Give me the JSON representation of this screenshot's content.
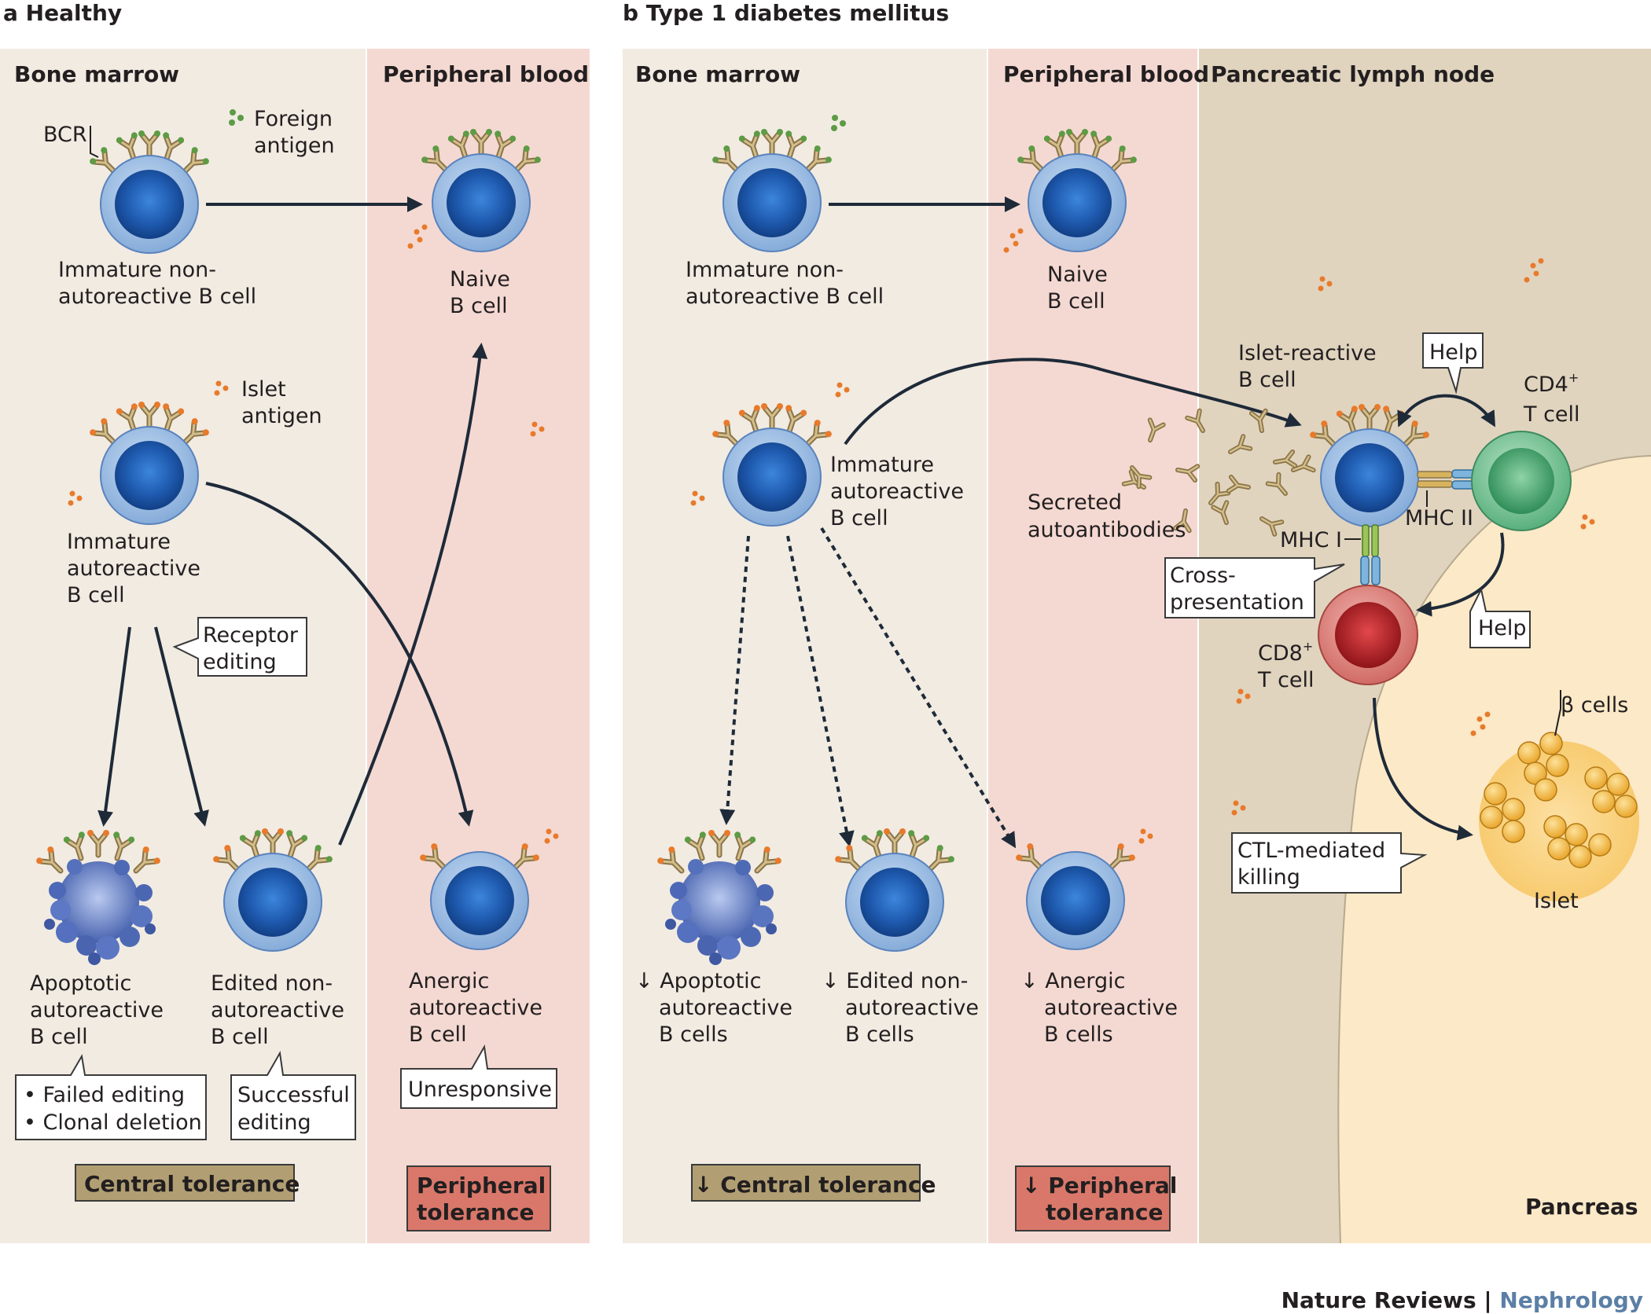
{
  "panel_a": {
    "label": "a",
    "title": "Healthy",
    "zone_bone_marrow": "Bone marrow",
    "zone_peripheral_blood": "Peripheral blood",
    "bcr": "BCR",
    "foreign_antigen_1": "Foreign",
    "foreign_antigen_2": "antigen",
    "immature_nonauto_1": "Immature non-",
    "immature_nonauto_2": "autoreactive B cell",
    "naive_1": "Naive",
    "naive_2": "B cell",
    "islet_antigen_1": "Islet",
    "islet_antigen_2": "antigen",
    "immature_auto_1": "Immature",
    "immature_auto_2": "autoreactive",
    "immature_auto_3": "B cell",
    "receptor_editing_1": "Receptor",
    "receptor_editing_2": "editing",
    "apoptotic_1": "Apoptotic",
    "apoptotic_2": "autoreactive",
    "apoptotic_3": "B cell",
    "edited_1": "Edited non-",
    "edited_2": "autoreactive",
    "edited_3": "B cell",
    "anergic_1": "Anergic",
    "anergic_2": "autoreactive",
    "anergic_3": "B cell",
    "failed_editing": "• Failed editing",
    "clonal_deletion": "• Clonal deletion",
    "successful_1": "Successful",
    "successful_2": "editing",
    "unresponsive": "Unresponsive",
    "central_tolerance": "Central tolerance",
    "peripheral_tol_1": "Peripheral",
    "peripheral_tol_2": "tolerance"
  },
  "panel_b": {
    "label": "b",
    "title": "Type 1 diabetes mellitus",
    "zone_bone_marrow": "Bone marrow",
    "zone_peripheral_blood": "Peripheral blood",
    "zone_lymph_node": "Pancreatic lymph node",
    "immature_nonauto_1": "Immature non-",
    "immature_nonauto_2": "autoreactive B cell",
    "naive_1": "Naive",
    "naive_2": "B cell",
    "immature_auto_1": "Immature",
    "immature_auto_2": "autoreactive",
    "immature_auto_3": "B cell",
    "apoptotic_1": "↓ Apoptotic",
    "apoptotic_2": "autoreactive",
    "apoptotic_3": "B cells",
    "edited_1": "↓ Edited non-",
    "edited_2": "autoreactive",
    "edited_3": "B cells",
    "anergic_1": "↓ Anergic",
    "anergic_2": "autoreactive",
    "anergic_3": "B cells",
    "islet_reactive_1": "Islet-reactive",
    "islet_reactive_2": "B cell",
    "secreted_1": "Secreted",
    "secreted_2": "autoantibodies",
    "help_top": "Help",
    "cd4_1": "CD4",
    "cd4_sup": "+",
    "cd4_2": "T cell",
    "mhc1": "MHC I",
    "mhc2": "MHC II",
    "cross_1": "Cross-",
    "cross_2": "presentation",
    "help_bottom": "Help",
    "cd8_1": "CD8",
    "cd8_sup": "+",
    "cd8_2": "T cell",
    "beta_cells": "β cells",
    "ctl_1": "CTL-mediated",
    "ctl_2": "killing",
    "islet": "Islet",
    "pancreas": "Pancreas",
    "central_tolerance": "↓ Central tolerance",
    "peripheral_tol_1": "↓ Peripheral",
    "peripheral_tol_2": "tolerance"
  },
  "footer": {
    "journal": "Nature Reviews",
    "separator": " | ",
    "subject": "Nephrology"
  },
  "colors": {
    "bone_marrow_bg": "#f1ebe2",
    "peripheral_blood_bg": "#f4d9d2",
    "lymph_node_bg": "#e0d4bf",
    "pancreas_bg": "#fbe9c8",
    "b_cell": "#2a63b8",
    "cd4_t_cell": "#3f9e6a",
    "cd8_t_cell": "#c0282c",
    "islet": "#f4b944",
    "central_tol_box": "#b19f73",
    "peripheral_tol_box": "#d9786a",
    "foreign_antigen": "#5d9b44",
    "islet_antigen": "#e87a2b"
  }
}
